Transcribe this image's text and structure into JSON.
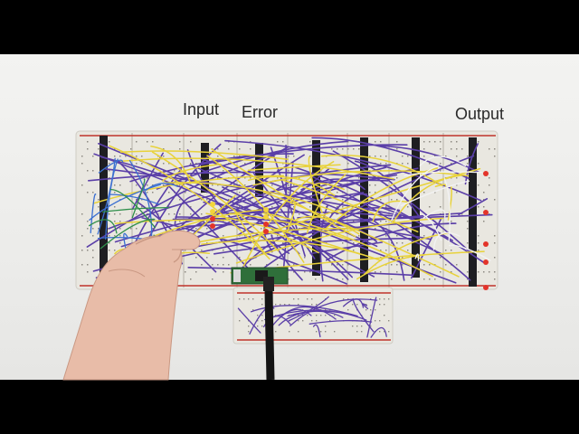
{
  "labels": {
    "input": "Input",
    "error": "Error",
    "output": "Output"
  },
  "colors": {
    "breadboard": "#e9e7e0",
    "wire_purple": "#5b3fa8",
    "wire_yellow": "#e8d23a",
    "wire_red": "#c0342a",
    "chip": "#1e1e22",
    "led_red": "#e3342a",
    "led_yellow": "#f2d43a",
    "skin": "#e6b9a4",
    "cable": "#141414"
  },
  "objects": [
    "breadboard",
    "ic-chip",
    "jumper-wire",
    "led",
    "hand",
    "usb-cable"
  ]
}
